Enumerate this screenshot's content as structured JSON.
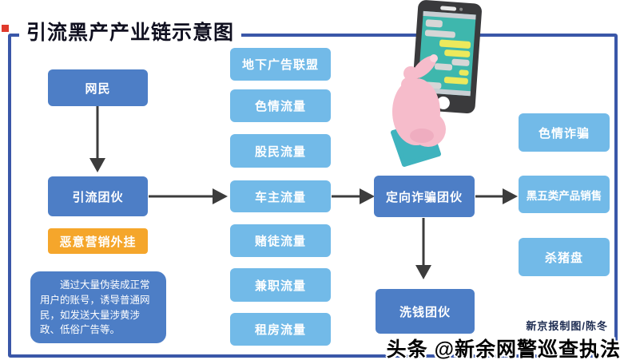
{
  "title": "引流黑产产业链示意图",
  "nodes": {
    "netizens": "网民",
    "diversion_gang": "引流团伙",
    "malicious_plugin": "恶意营销外挂",
    "description": "通过大量伪装成正常用户的账号，诱导普通网民，如发送大量涉黄涉政、低俗广告等。",
    "targeted_fraud_gang": "定向诈骗团伙",
    "money_laundering_gang": "洗钱团伙"
  },
  "traffic_channels": [
    "地下广告联盟",
    "色情流量",
    "股民流量",
    "车主流量",
    "赌徒流量",
    "兼职流量",
    "租房流量"
  ],
  "fraud_outcomes": [
    "色情诈骗",
    "黑五类产品销售",
    "杀猪盘"
  ],
  "credit": "新京报制图/陈冬",
  "watermark": {
    "platform": "头条",
    "account": "@新余网警巡查执法"
  },
  "colors": {
    "primary_blue": "#4d7ec6",
    "light_blue": "#72bae8",
    "orange": "#f5a62b",
    "frame_blue": "#3a57a8",
    "marker_red": "#e03a2c",
    "arrow_gray": "#3c3c3c",
    "phone_screen_teal": "#3eb7ad",
    "hand_pink": "#f6bccb",
    "cuff_teal": "#3fb3be"
  },
  "icons": {
    "phone_illustration": "smartphone-in-hand-with-chat-bubbles"
  }
}
